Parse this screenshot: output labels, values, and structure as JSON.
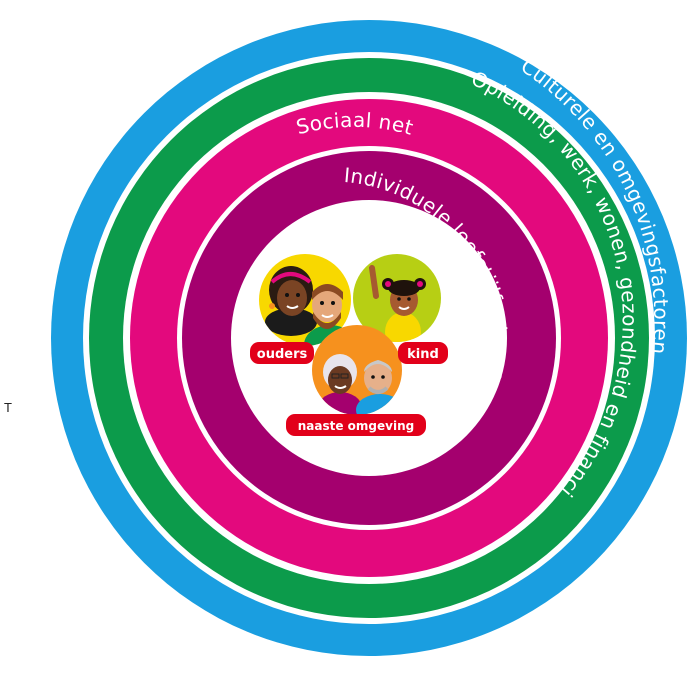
{
  "rings": {
    "outer_label": "Culturele en omgevingsfactoren",
    "second_label": "Opleiding, werk, wonen, gezondheid en financiën",
    "third_label": "Sociaal netwerk",
    "inner_label": "Individuele leefstijlfactoren"
  },
  "center": {
    "parents_label": "ouders",
    "child_label": "kind",
    "surroundings_label": "naaste omgeving"
  },
  "margin_text": "T",
  "colors": {
    "outer": "#1a9ee0",
    "second": "#0c9b4b",
    "third": "#e3097d",
    "inner": "#a4006e",
    "pill": "#e2001a",
    "circle_yellow": "#f8d800",
    "circle_lime": "#b7cf14",
    "circle_orange": "#f6911e"
  }
}
